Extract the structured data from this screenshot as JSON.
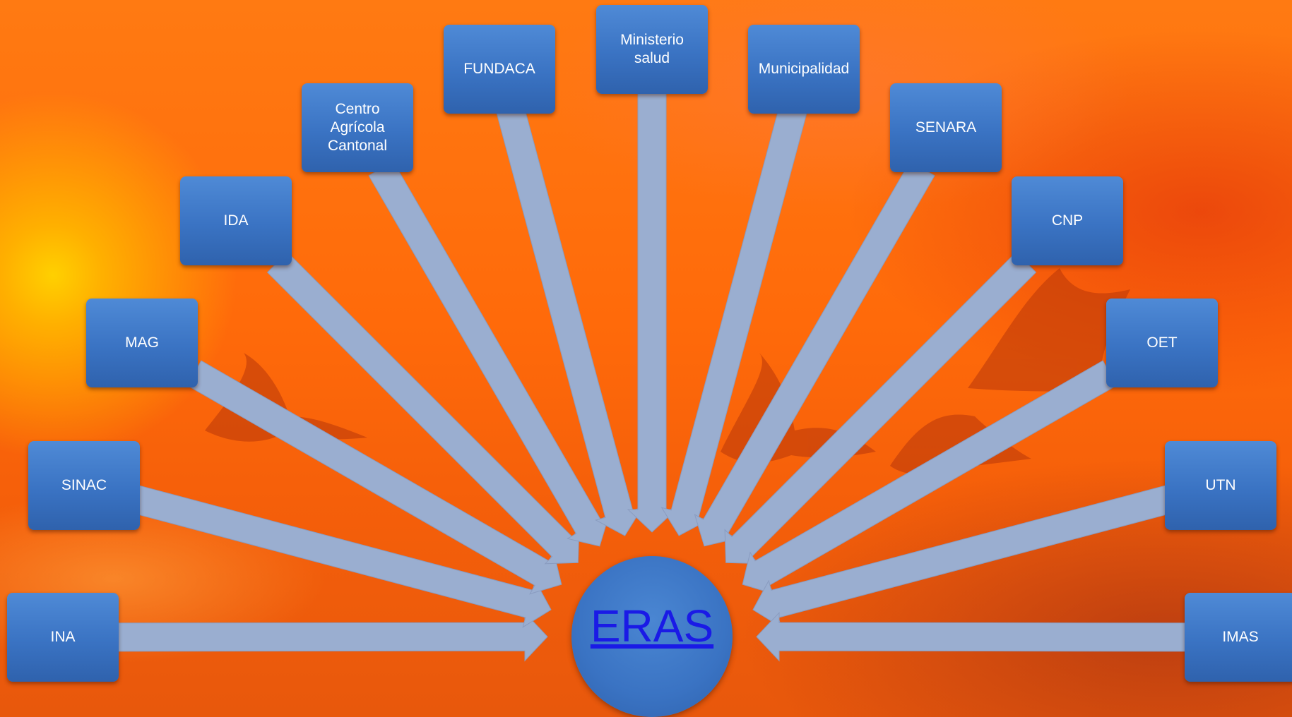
{
  "diagram": {
    "center": {
      "label": "ERAS"
    },
    "nodes": [
      {
        "id": "ina",
        "label": "INA"
      },
      {
        "id": "sinac",
        "label": "SINAC"
      },
      {
        "id": "mag",
        "label": "MAG"
      },
      {
        "id": "ida",
        "label": "IDA"
      },
      {
        "id": "centro",
        "label": "Centro\nAgrícola\nCantonal"
      },
      {
        "id": "fundaca",
        "label": "FUNDACA"
      },
      {
        "id": "ministerio",
        "label": "Ministerio\nsalud"
      },
      {
        "id": "municipalidad",
        "label": "Municipalidad"
      },
      {
        "id": "senara",
        "label": "SENARA"
      },
      {
        "id": "cnp",
        "label": "CNP"
      },
      {
        "id": "oet",
        "label": "OET"
      },
      {
        "id": "utn",
        "label": "UTN"
      },
      {
        "id": "imas",
        "label": "IMAS"
      }
    ]
  },
  "colors": {
    "node_fill": "#3a73c3",
    "arrow_fill": "#9aaed0",
    "hub_link": "#1a1ae6",
    "background": "#ff6a0a"
  }
}
